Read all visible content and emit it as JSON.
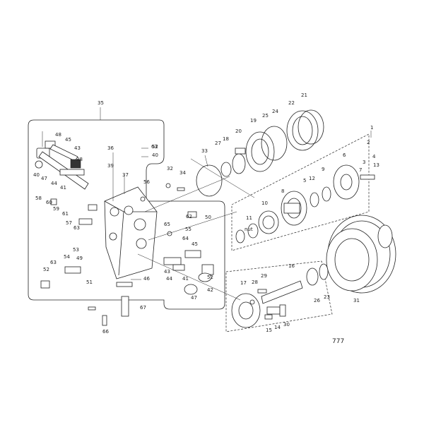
{
  "diagram": {
    "corner_mark": "777",
    "labels": [
      "1",
      "2",
      "3",
      "4",
      "5",
      "6",
      "7",
      "8",
      "9",
      "10",
      "11",
      "12",
      "13",
      "14",
      "15",
      "16",
      "17",
      "18",
      "19",
      "20",
      "21",
      "22",
      "23",
      "24",
      "25",
      "26",
      "27",
      "28",
      "29",
      "30",
      "31",
      "32",
      "33",
      "34",
      "35",
      "36",
      "37",
      "38",
      "39",
      "40",
      "41",
      "42",
      "43",
      "44",
      "45",
      "46",
      "47",
      "48",
      "49",
      "50",
      "51",
      "52",
      "53",
      "54",
      "55",
      "56",
      "57",
      "58",
      "59",
      "60",
      "61",
      "62",
      "63",
      "64",
      "65",
      "66",
      "67",
      "nut",
      "52",
      "63",
      "44",
      "45",
      "43",
      "41",
      "47",
      "40",
      "63",
      "52",
      "42"
    ]
  }
}
